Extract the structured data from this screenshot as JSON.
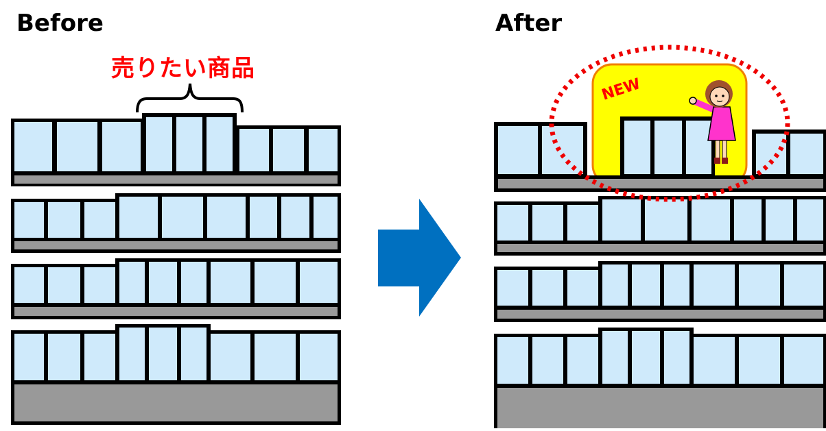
{
  "labels": {
    "before": "Before",
    "after": "After",
    "product": "売りたい商品",
    "new_badge": "NEW"
  },
  "colors": {
    "product_panel": "#cfeafb",
    "outline": "#000000",
    "shelf_base": "#999999",
    "arrow": "#0070c0",
    "highlight": "#ff0000",
    "new_zone": "#ffff00",
    "new_zone_border": "#f08000"
  },
  "icons": {
    "arrow": "right-arrow-icon",
    "bracket": "curly-brace-icon",
    "mascot": "girl-mascot-icon"
  }
}
